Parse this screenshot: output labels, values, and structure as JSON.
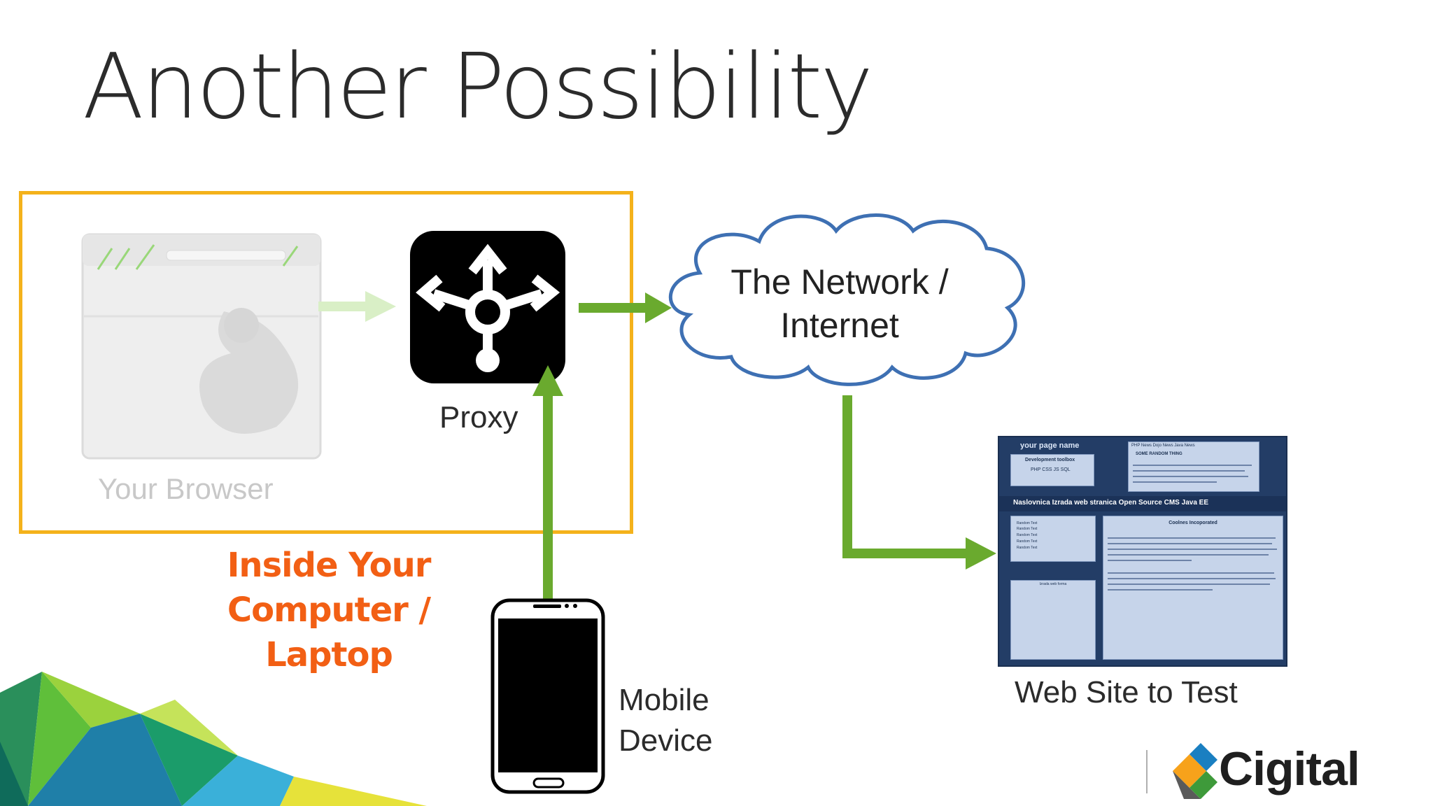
{
  "slide": {
    "title": "Another Possibility",
    "labels": {
      "browser": "Your Browser",
      "proxy": "Proxy",
      "inside_line1": "Inside Your",
      "inside_line2": "Computer / Laptop",
      "network_line1": "The Network /",
      "network_line2": "Internet",
      "mobile_line1": "Mobile",
      "mobile_line2": "Device",
      "website": "Web Site to Test"
    },
    "website_thumbnail": {
      "header_name": "your page name",
      "toolbox": "Development toolbox",
      "toolbox_items": "PHP  CSS  JS  SQL",
      "tabs": "PHP News   Dojo News   Java News",
      "subtab": "SOME RANDOM THING",
      "nav": "Naslovnica  Izrada web stranica  Open Source CMS  Java EE",
      "content_title": "Coolnes Incoporated",
      "side_items": [
        "Random Text",
        "Random Text",
        "Random Text",
        "Random Text",
        "Random Text"
      ],
      "side_box": "Izrada web forma"
    },
    "logo": "Cigital",
    "colors": {
      "arrow_green": "#6aaa2e",
      "faded_arrow": "#d9efc6",
      "box_border": "#f4b21b",
      "inside_text": "#f25f14",
      "cloud_stroke": "#3e70b3"
    }
  }
}
